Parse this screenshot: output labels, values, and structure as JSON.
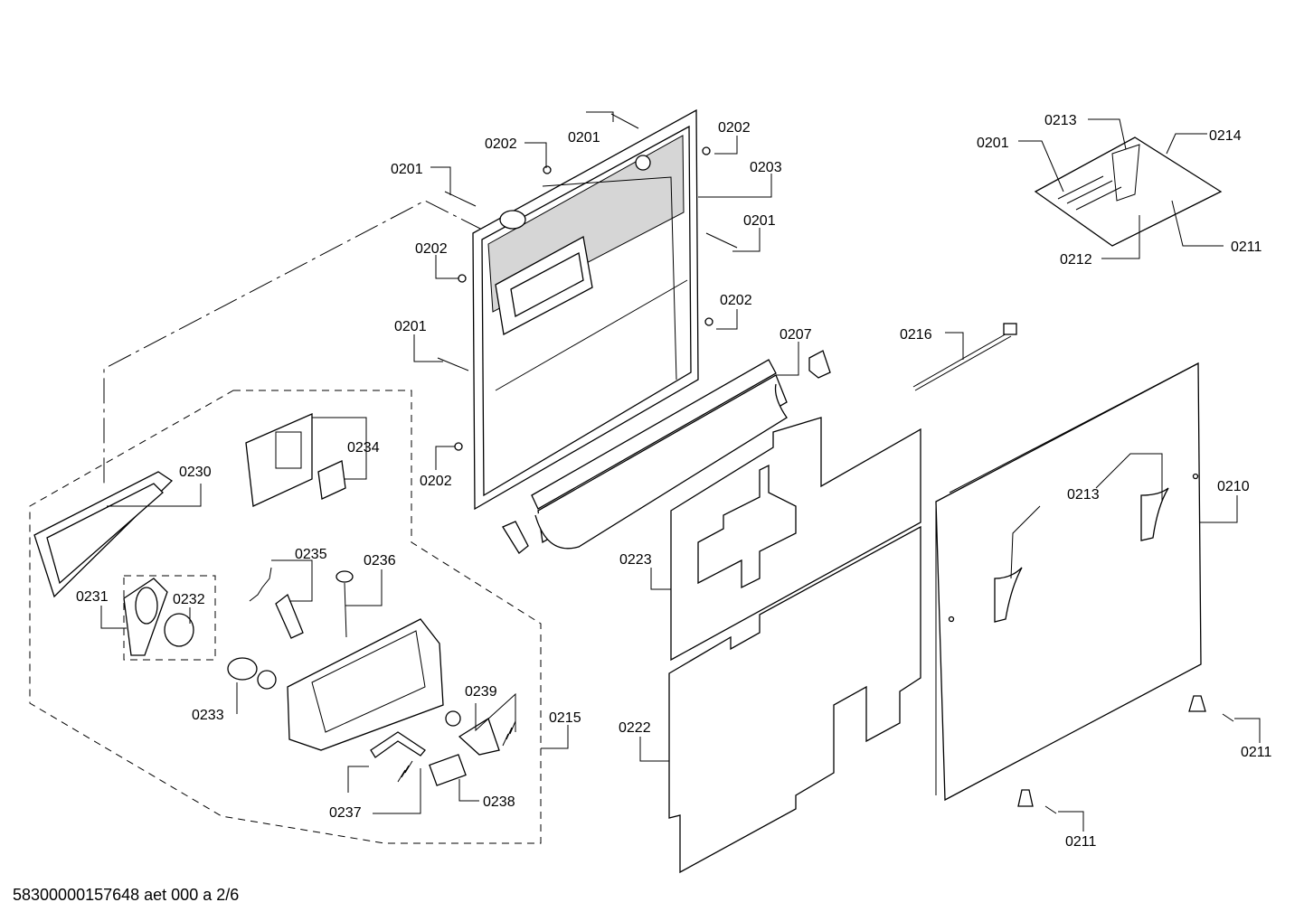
{
  "footer_text": "58300000157648 aet 000 a 2/6",
  "labels": {
    "p0201a": "0201",
    "p0201b": "0201",
    "p0201c": "0201",
    "p0201d": "0201",
    "p0201e": "0201",
    "p0202a": "0202",
    "p0202b": "0202",
    "p0202c": "0202",
    "p0202d": "0202",
    "p0202e": "0202",
    "p0203": "0203",
    "p0207": "0207",
    "p0210": "0210",
    "p0211a": "0211",
    "p0211b": "0211",
    "p0211c": "0211",
    "p0212": "0212",
    "p0213a": "0213",
    "p0213b": "0213",
    "p0214": "0214",
    "p0215": "0215",
    "p0216": "0216",
    "p0222": "0222",
    "p0223": "0223",
    "p0230": "0230",
    "p0231": "0231",
    "p0232": "0232",
    "p0233": "0233",
    "p0234": "0234",
    "p0235": "0235",
    "p0236": "0236",
    "p0237": "0237",
    "p0238": "0238",
    "p0239": "0239"
  }
}
